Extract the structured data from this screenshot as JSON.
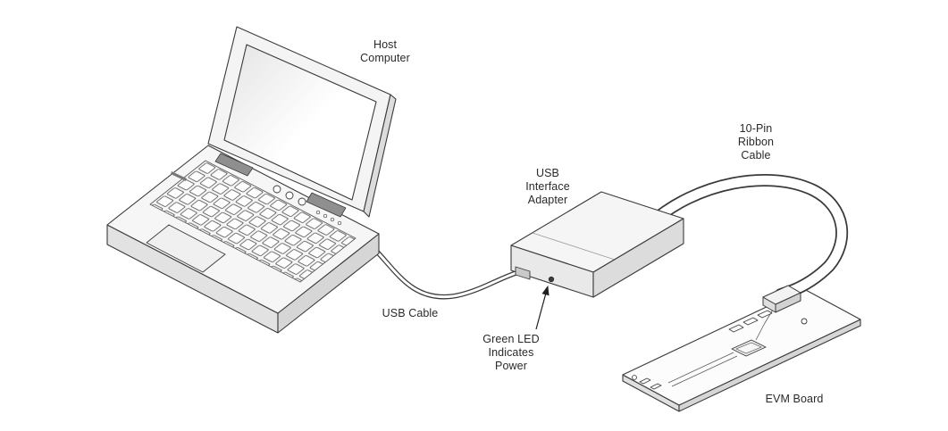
{
  "diagram": {
    "labels": {
      "host_computer": "Host\nComputer",
      "usb_interface_adapter": "USB\nInterface\nAdapter",
      "ribbon_cable": "10-Pin\nRibbon\nCable",
      "usb_cable": "USB Cable",
      "green_led": "Green LED\nIndicates\nPower",
      "evm_board": "EVM Board"
    },
    "colors": {
      "line": "#3a3a3a",
      "text": "#2a2a2a",
      "background": "#ffffff",
      "fill_light": "#f6f6f6",
      "fill_shadow": "#d9d9d9"
    }
  }
}
